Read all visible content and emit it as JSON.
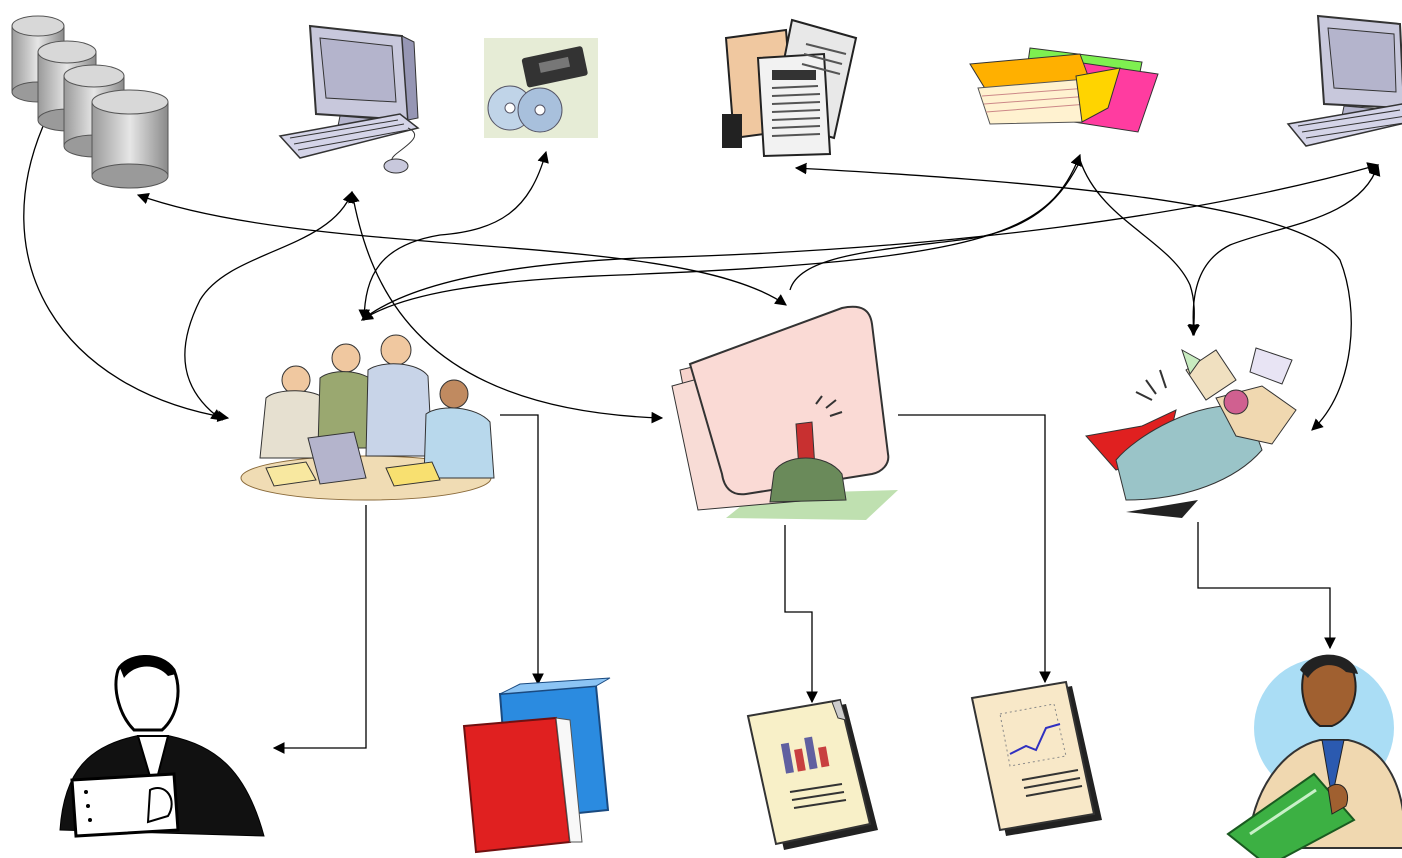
{
  "diagram": {
    "nodes": [
      {
        "id": "databases",
        "icon": "database-cylinders-icon"
      },
      {
        "id": "computer-left",
        "icon": "desktop-computer-icon"
      },
      {
        "id": "media",
        "icon": "cd-and-cassette-icon"
      },
      {
        "id": "newspapers",
        "icon": "newspaper-documents-icon"
      },
      {
        "id": "folders",
        "icon": "colored-folders-icon"
      },
      {
        "id": "computer-right",
        "icon": "desktop-computer-icon"
      },
      {
        "id": "team",
        "icon": "team-meeting-icon"
      },
      {
        "id": "folder-carrier",
        "icon": "person-carrying-folder-icon"
      },
      {
        "id": "rushing-man",
        "icon": "rushing-businessman-icon"
      },
      {
        "id": "reader",
        "icon": "man-reading-tablet-icon"
      },
      {
        "id": "binders",
        "icon": "binders-icon"
      },
      {
        "id": "bar-report",
        "icon": "bar-chart-document-icon"
      },
      {
        "id": "line-report",
        "icon": "line-chart-document-icon"
      },
      {
        "id": "report-man",
        "icon": "man-holding-report-icon"
      }
    ],
    "colors": {
      "line": "#000000",
      "monitor": "#c8c8dc",
      "folder": "#fadad5",
      "binder_red": "#e02020",
      "binder_blue": "#2b8be0",
      "report_green": "#3cb043",
      "paper": "#f8f0c8"
    }
  }
}
